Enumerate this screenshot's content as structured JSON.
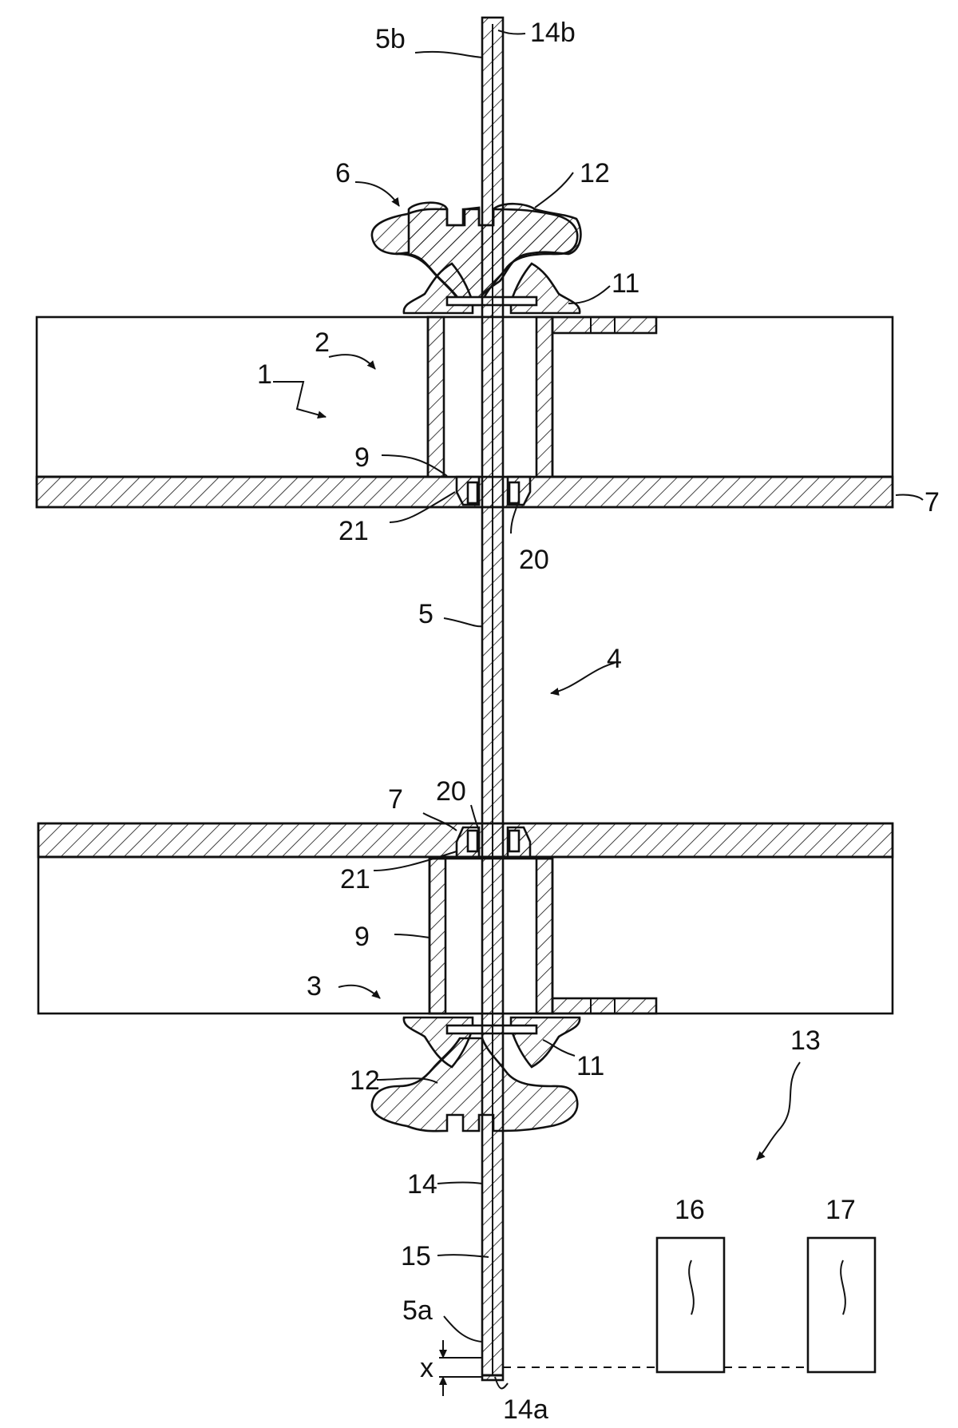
{
  "figure": {
    "labels": {
      "l1": "1",
      "l2": "2",
      "l3": "3",
      "l4": "4",
      "l5": "5",
      "l5a": "5a",
      "l5b": "5b",
      "l6": "6",
      "l7_top": "7",
      "l7_bottom": "7",
      "l9_top": "9",
      "l9_bottom": "9",
      "l11_top": "11",
      "l11_bottom": "11",
      "l12_top": "12",
      "l12_bottom": "12",
      "l13": "13",
      "l14": "14",
      "l14a": "14a",
      "l14b": "14b",
      "l15": "15",
      "l16": "16",
      "l17": "17",
      "l20_top": "20",
      "l20_bottom": "20",
      "l21_top": "21",
      "l21_bottom": "21",
      "lx": "x"
    }
  }
}
